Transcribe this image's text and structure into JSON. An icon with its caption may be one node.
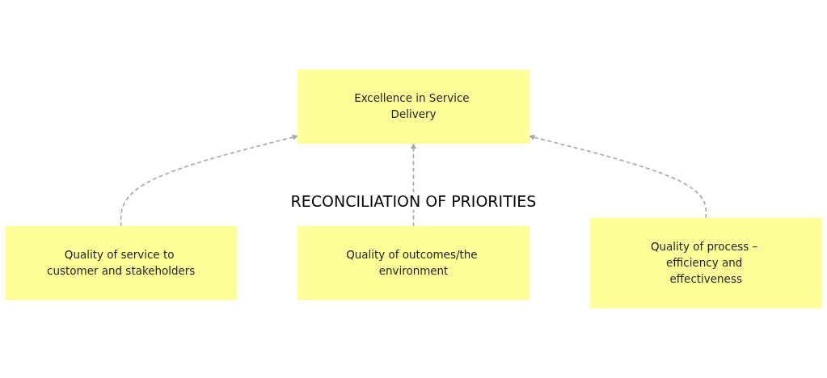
{
  "diagram": {
    "nodes": [
      {
        "text": [
          "Excellence in Service Delivery"
        ]
      },
      {
        "text": [
          "Quality of service to customer and stakeholders"
        ]
      },
      {
        "text": [
          "Quality of outcomes/the environment"
        ]
      },
      {
        "text": [
          "Quality of process – efficiency and effectiveness"
        ]
      }
    ],
    "edges": [
      {
        "from": 1,
        "to": 0,
        "arrow": "to",
        "style": "dashed"
      },
      {
        "from": 2,
        "to": 0,
        "arrow": "to",
        "style": "dashed"
      },
      {
        "from": 3,
        "to": 0,
        "arrow": "to",
        "style": "dashed"
      }
    ],
    "labels": [
      "RECONCILIATION OF PRIORITIES"
    ]
  }
}
